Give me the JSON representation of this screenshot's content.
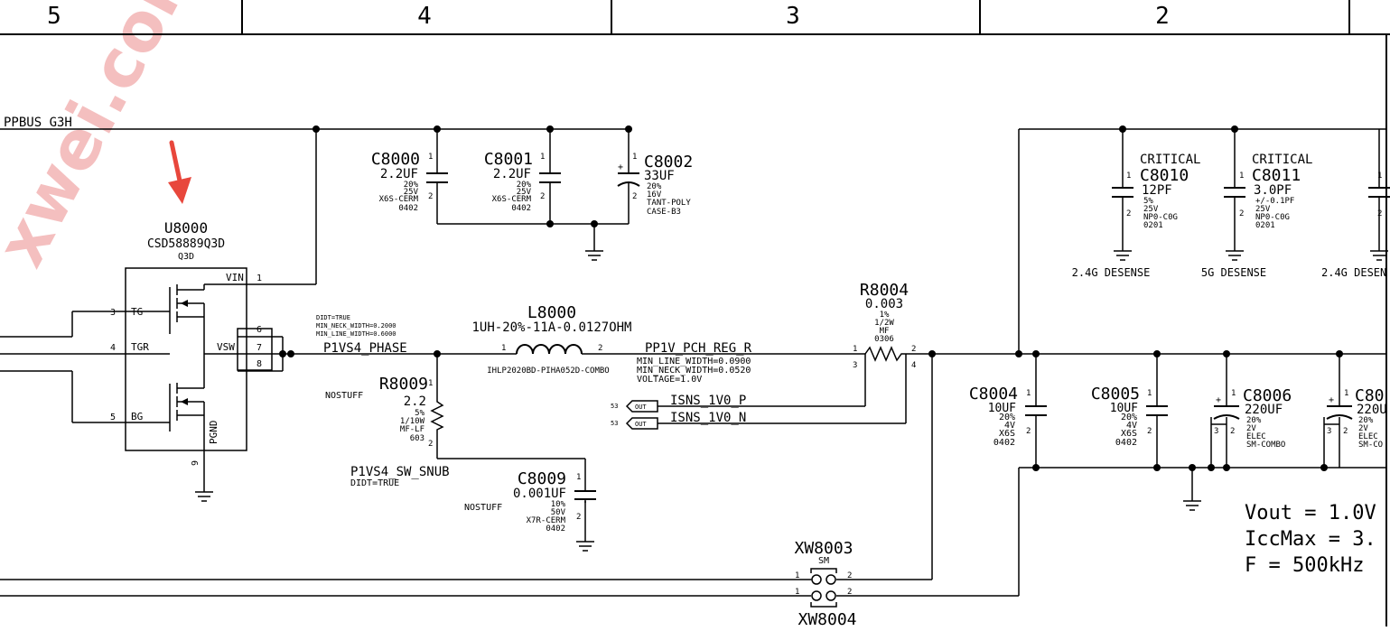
{
  "zones": [
    "5",
    "4",
    "3",
    "2"
  ],
  "watermark": "xwei.com",
  "nets": {
    "ppbus": "PPBUS_G3H",
    "phase": "P1VS4_PHASE",
    "reg": "PP1V_PCH_REG_R",
    "snub": "P1VS4_SW_SNUB",
    "isns_p": "ISNS_1V0_P",
    "isns_n": "ISNS_1V0_N"
  },
  "phase_props": [
    "DIDT=TRUE",
    "MIN_NECK_WIDTH=0.2000",
    "MIN_LINE_WIDTH=0.6000"
  ],
  "reg_props": [
    "MIN_LINE_WIDTH=0.0900",
    "MIN_NECK_WIDTH=0.0520",
    "VOLTAGE=1.0V"
  ],
  "snub_prop": "DIDT=TRUE",
  "port_label": "OUT",
  "port_ref": "53",
  "u8000": {
    "ref": "U8000",
    "part": "CSD58889Q3D",
    "pkg": "Q3D",
    "pins": {
      "vin": "VIN",
      "tg": "TG",
      "tgr": "TGR",
      "bg": "BG",
      "vsw": "VSW",
      "pgnd": "PGND"
    },
    "pin_numbers": {
      "vin": "1",
      "tg": "3",
      "tgr": "4",
      "bg": "5",
      "vsw6": "6",
      "vsw7": "7",
      "vsw8": "8",
      "pgnd": "9"
    }
  },
  "capacitors": {
    "c8000": {
      "ref": "C8000",
      "value": "2.2UF",
      "lines": [
        "20%",
        "25V",
        "X6S-CERM",
        "0402"
      ]
    },
    "c8001": {
      "ref": "C8001",
      "value": "2.2UF",
      "lines": [
        "20%",
        "25V",
        "X6S-CERM",
        "0402"
      ]
    },
    "c8002": {
      "ref": "C8002",
      "value": "33UF",
      "lines": [
        "20%",
        "16V",
        "TANT-POLY",
        "CASE-B3"
      ]
    },
    "c8010": {
      "tag": "CRITICAL",
      "ref": "C8010",
      "value": "12PF",
      "lines": [
        "5%",
        "25V",
        "NP0-C0G",
        "0201"
      ],
      "note": "2.4G DESENSE"
    },
    "c8011": {
      "tag": "CRITICAL",
      "ref": "C8011",
      "value": "3.0PF",
      "lines": [
        "+/-0.1PF",
        "25V",
        "NP0-C0G",
        "0201"
      ],
      "note": "5G DESENSE"
    },
    "c8012": {
      "note": "2.4G DESEN"
    },
    "c8004": {
      "ref": "C8004",
      "value": "10UF",
      "lines": [
        "20%",
        "4V",
        "X6S",
        "0402"
      ]
    },
    "c8005": {
      "ref": "C8005",
      "value": "10UF",
      "lines": [
        "20%",
        "4V",
        "X6S",
        "0402"
      ]
    },
    "c8006": {
      "ref": "C8006",
      "value": "220UF",
      "lines": [
        "20%",
        "2V",
        "ELEC",
        "SM-COMBO"
      ]
    },
    "c8007": {
      "ref": "C80",
      "value": "220U",
      "lines": [
        "20%",
        "2V",
        "ELEC",
        "SM-CO"
      ]
    },
    "c8009": {
      "ref": "C8009",
      "value": "0.001UF",
      "lines": [
        "10%",
        "50V",
        "X7R-CERM",
        "0402"
      ],
      "stuff": "NOSTUFF"
    }
  },
  "inductor": {
    "ref": "L8000",
    "value": "1UH-20%-11A-0.0127OHM",
    "pkg": "IHLP2020BD-PIHA052D-COMBO"
  },
  "resistors": {
    "r8004": {
      "ref": "R8004",
      "value": "0.003",
      "lines": [
        "1%",
        "1/2W",
        "MF",
        "0306"
      ]
    },
    "r8009": {
      "ref": "R8009",
      "value": "2.2",
      "lines": [
        "5%",
        "1/10W",
        "MF-LF",
        "603"
      ],
      "stuff": "NOSTUFF"
    }
  },
  "jumpers": {
    "xw8003": {
      "ref": "XW8003",
      "type": "SM"
    },
    "xw8004": {
      "ref": "XW8004"
    }
  },
  "pin_labels": {
    "one": "1",
    "two": "2",
    "three": "3",
    "four": "4"
  },
  "specs": [
    "Vout = 1.0V",
    "IccMax = 3.",
    "F = 500kHz"
  ],
  "colors": {
    "ink": "#000000",
    "arrow": "#e8473c",
    "watermark": "#f3b5b5"
  }
}
